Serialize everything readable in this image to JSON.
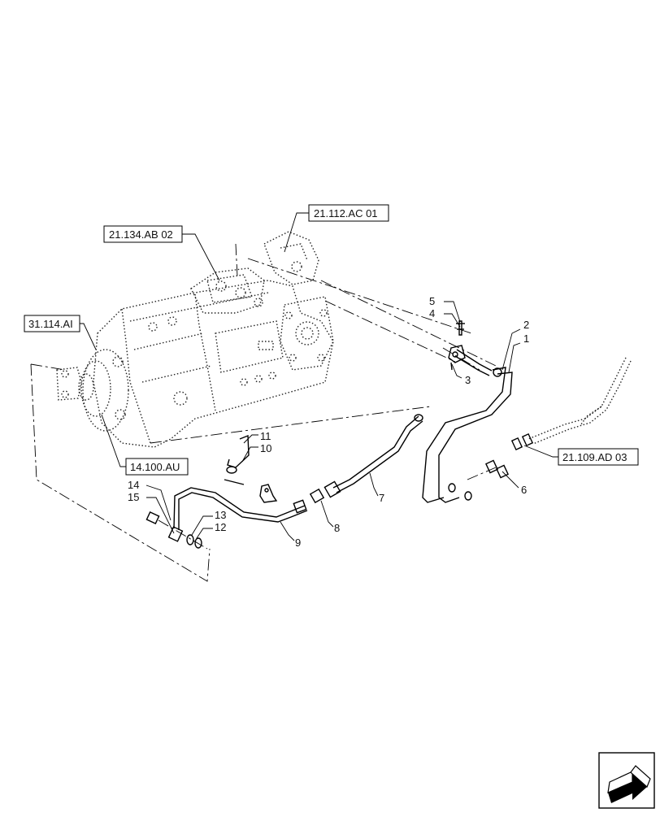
{
  "references": [
    {
      "id": "ref-21-112-ac-01",
      "label": "21.112.AC 01"
    },
    {
      "id": "ref-21-134-ab-02",
      "label": "21.134.AB 02"
    },
    {
      "id": "ref-31-114-ai",
      "label": "31.114.AI"
    },
    {
      "id": "ref-14-100-au",
      "label": "14.100.AU"
    },
    {
      "id": "ref-21-109-ad-03",
      "label": "21.109.AD 03"
    }
  ],
  "callouts": {
    "c1": "1",
    "c2": "2",
    "c3": "3",
    "c4": "4",
    "c5": "5",
    "c6": "6",
    "c7": "7",
    "c8": "8",
    "c9": "9",
    "c10": "10",
    "c11": "11",
    "c12": "12",
    "c13": "13",
    "c14": "14",
    "c15": "15"
  },
  "nav": {
    "icon": "next-page-arrow-icon"
  },
  "colors": {
    "line": "#000000",
    "background": "#ffffff"
  }
}
